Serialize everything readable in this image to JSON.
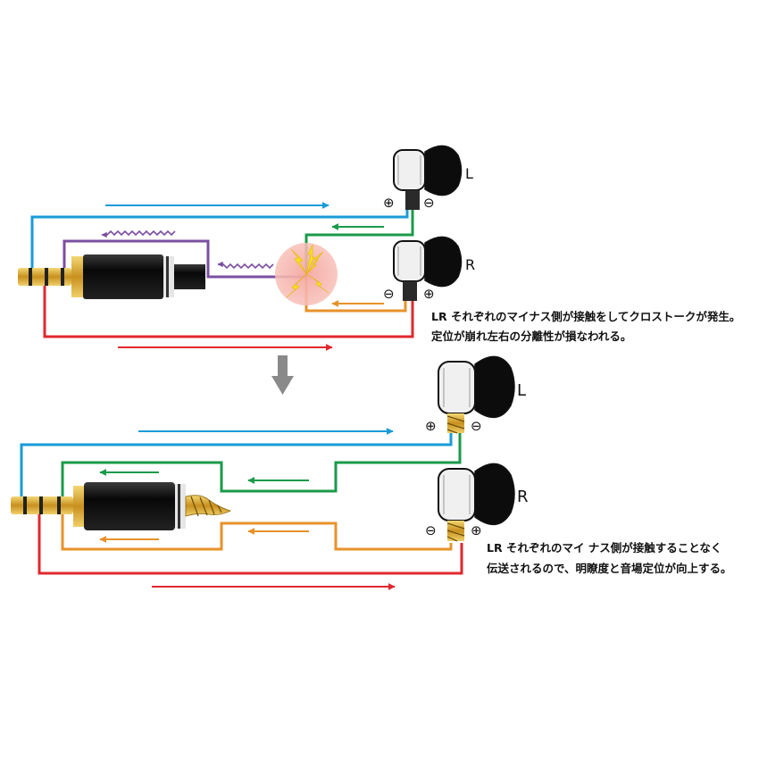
{
  "top": {
    "left_label": "L",
    "right_label": "R",
    "plus": "⊕",
    "minus": "⊖",
    "caption_line1": "LR それぞれのマイナス側が接触をしてクロストークが発生。",
    "caption_line2": "定位が崩れ左右の分離性が損なわれる。"
  },
  "bottom": {
    "left_label": "L",
    "right_label": "R",
    "plus": "⊕",
    "minus": "⊖",
    "caption_line1": "LR それぞれのマイ ナス側が接触することなく",
    "caption_line2": "伝送されるので、明瞭度と音場定位が向上する。"
  },
  "colors": {
    "left_signal": "#1a9bd8",
    "right_signal": "#e0282e",
    "left_ground": "#1a9a4a",
    "right_ground": "#e8922a",
    "crosstalk": "#7b4fa0",
    "gold": "#d9a630",
    "arrow_gray": "#8a8a8a"
  }
}
